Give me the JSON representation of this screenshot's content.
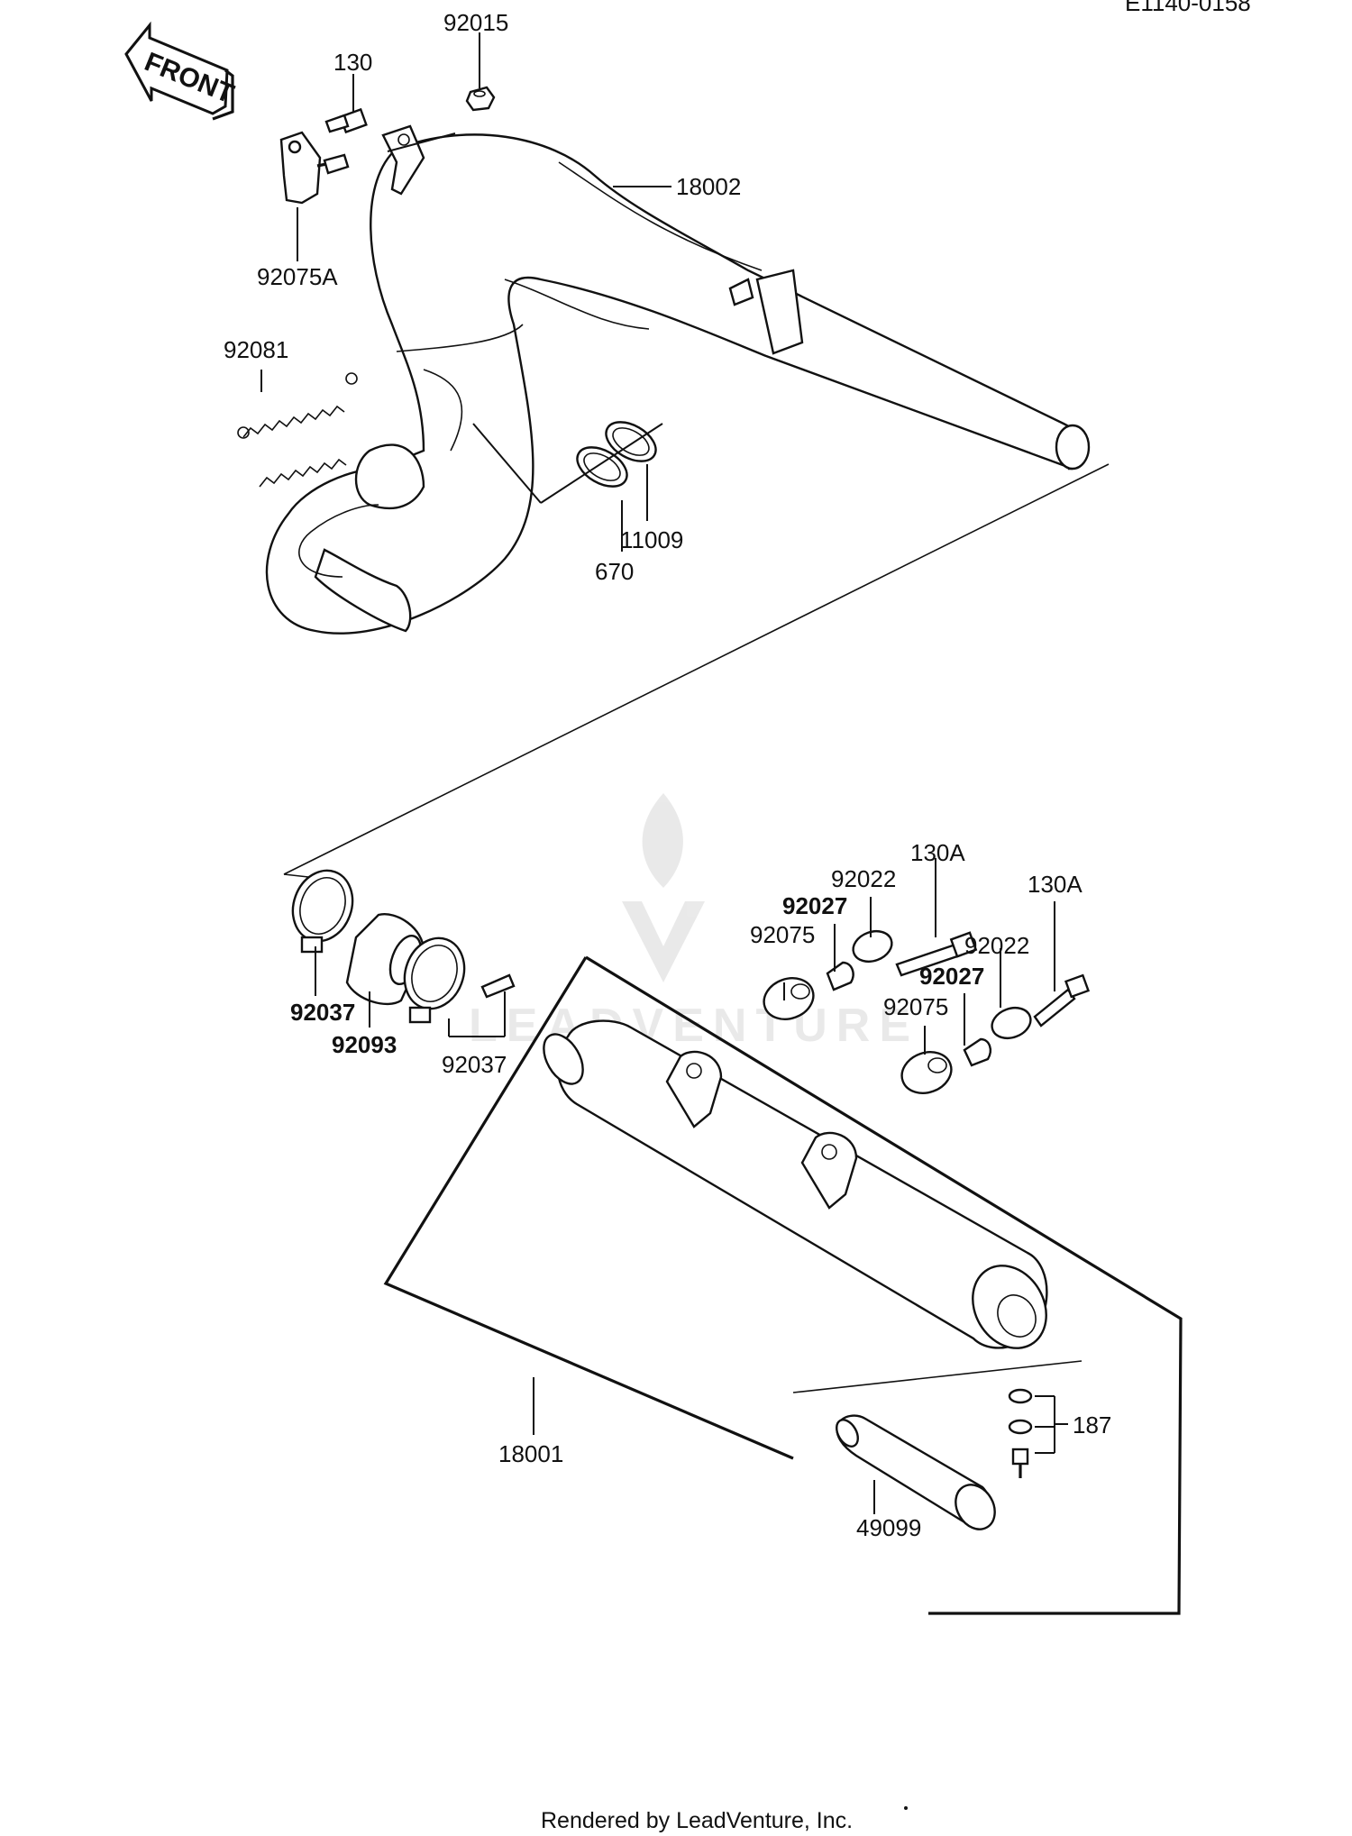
{
  "drawing_code": "E1140-0158",
  "front_label": "FRONT",
  "footer": "Rendered by LeadVenture, Inc.",
  "watermark": "LEADVENTURE",
  "labels": {
    "p92015": "92015",
    "p130": "130",
    "p18002": "18002",
    "p92075A": "92075A",
    "p92081": "92081",
    "p11009": "11009",
    "p670": "670",
    "p130A_1": "130A",
    "p92022_1": "92022",
    "p92027_1": "92027",
    "p92075_1": "92075",
    "p130A_2": "130A",
    "p92022_2": "92022",
    "p92027_2": "92027",
    "p92075_2": "92075",
    "p92037_1": "92037",
    "p92093": "92093",
    "p92037_2": "92037",
    "p18001": "18001",
    "p187": "187",
    "p49099": "49099"
  }
}
